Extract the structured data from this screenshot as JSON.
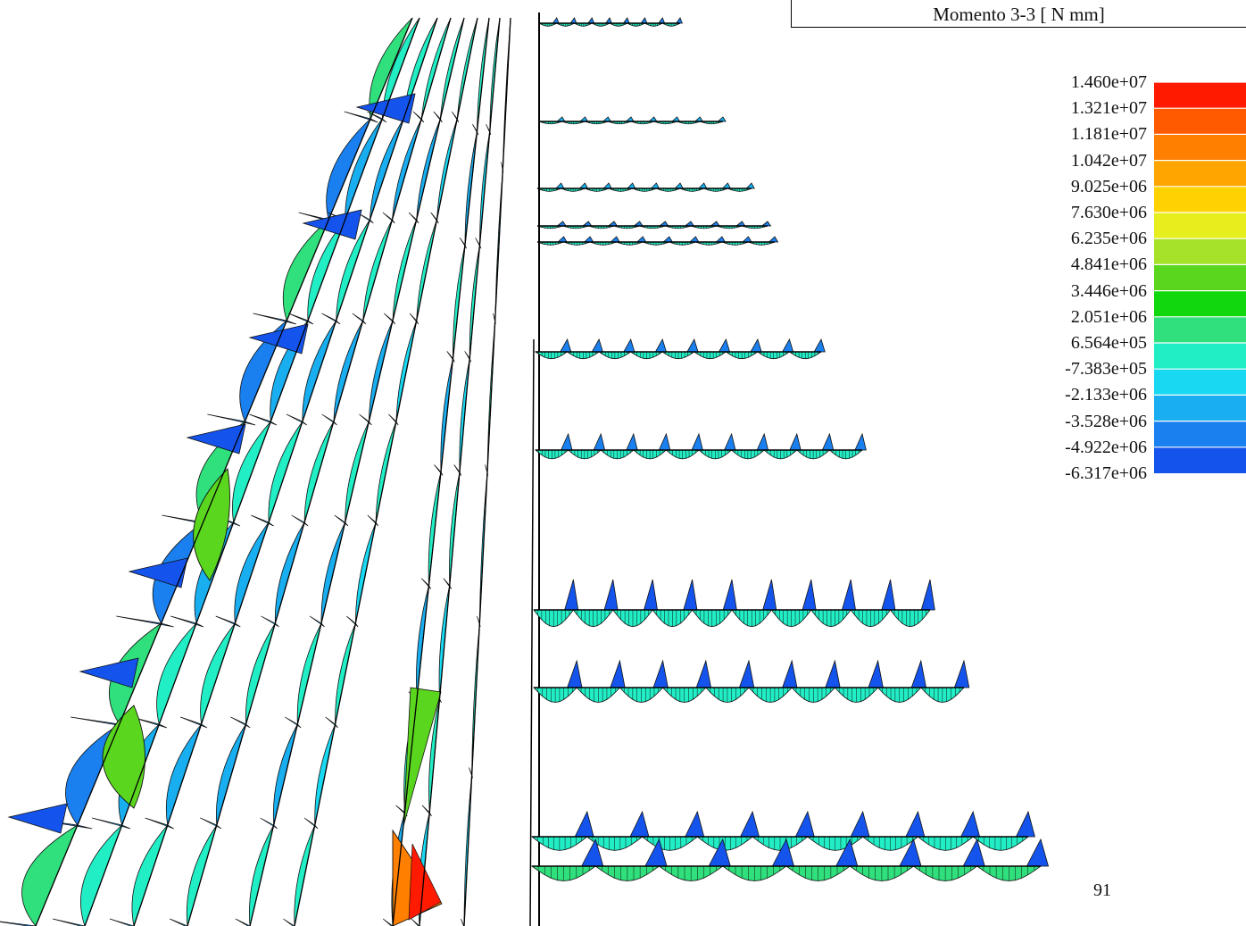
{
  "title": "Momento 3-3 [ N mm]",
  "legend": {
    "labels": [
      "1.460e+07",
      "1.321e+07",
      "1.181e+07",
      "1.042e+07",
      "9.025e+06",
      "7.630e+06",
      "6.235e+06",
      "4.841e+06",
      "3.446e+06",
      "2.051e+06",
      "6.564e+05",
      "-7.383e+05",
      "-2.133e+06",
      "-3.528e+06",
      "-4.922e+06",
      "-6.317e+06"
    ],
    "colors": [
      "#ff1a00",
      "#ff5a00",
      "#ff7f00",
      "#ffa500",
      "#ffd200",
      "#e6ee1e",
      "#a6e22a",
      "#5ad61e",
      "#10d80c",
      "#2fe07c",
      "#22eec6",
      "#18d8f2",
      "#18aef0",
      "#1a80ef",
      "#1554ec",
      "#0a32e6"
    ]
  },
  "page_number": "91"
}
